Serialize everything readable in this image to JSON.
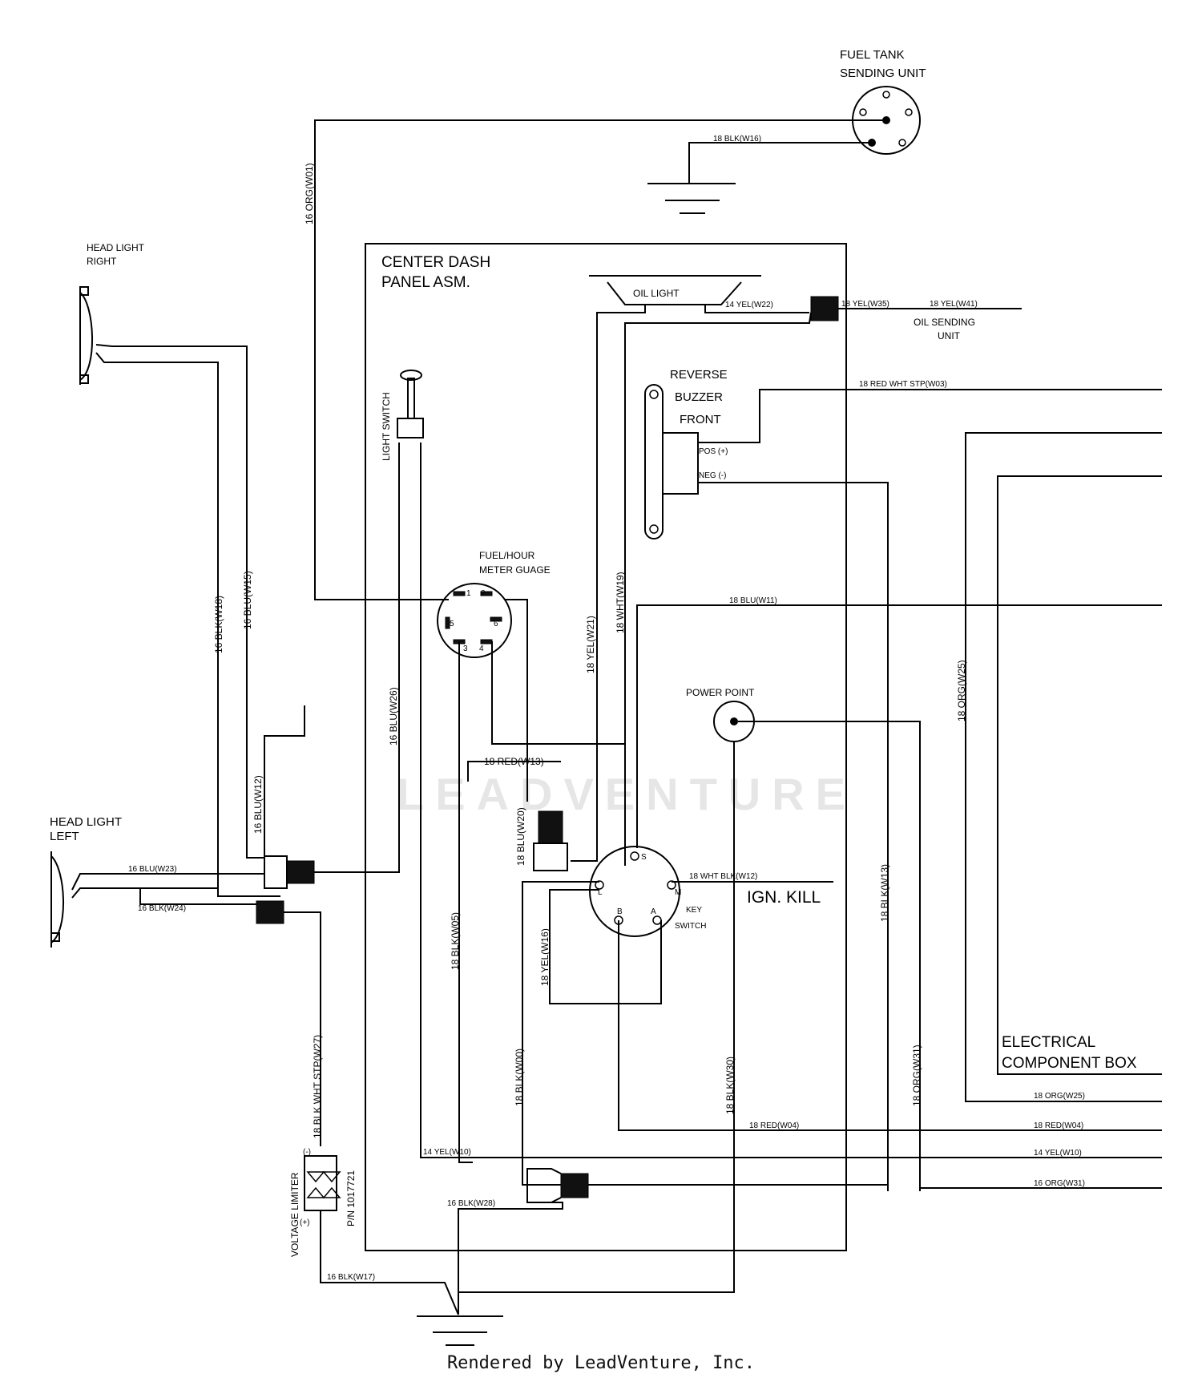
{
  "components": {
    "fuel_tank_title": [
      "FUEL TANK",
      "SENDING UNIT"
    ],
    "head_light_right": [
      "HEAD LIGHT",
      "RIGHT"
    ],
    "head_light_left": [
      "HEAD LIGHT",
      "LEFT"
    ],
    "center_dash": [
      "CENTER DASH",
      "PANEL ASM."
    ],
    "oil_light": "OIL LIGHT",
    "oil_sending": [
      "OIL SENDING",
      "UNIT"
    ],
    "reverse_buzzer": [
      "REVERSE",
      "BUZZER",
      "FRONT"
    ],
    "buzzer_pos": "POS (+)",
    "buzzer_neg": "NEG (-)",
    "light_switch": "LIGHT SWITCH",
    "fuel_hour": [
      "FUEL/HOUR",
      "METER GUAGE"
    ],
    "gauge_pins": [
      "1",
      "2",
      "3",
      "4",
      "5",
      "6"
    ],
    "power_point": "POWER POINT",
    "key_switch_label": [
      "KEY",
      "SWITCH"
    ],
    "key_pins": [
      "S",
      "L",
      "M",
      "B",
      "A"
    ],
    "ign_kill": "IGN. KILL",
    "electrical_box": [
      "ELECTRICAL",
      "COMPONENT BOX"
    ],
    "voltage_limiter": "VOLTAGE LIMITER",
    "part_number": "P/N 1017721",
    "limiter_pos": "(+)",
    "limiter_neg": "(-)"
  },
  "wires": {
    "w16": "18  BLK(W16)",
    "w01": "16  ORG(W01)",
    "w22": "14  YEL(W22)",
    "w35": "18  YEL(W35)",
    "w41": "18  YEL(W41)",
    "w03": "18  RED  WHT  STP(W03)",
    "w18": "16  BLK(W18)",
    "w15": "16  BLU(W15)",
    "w26": "16  BLU(W26)",
    "w19": "18  WHT(W19)",
    "w21": "18  YEL(W21)",
    "w11": "18  BLU(W11)",
    "w25": "18  ORG(W25)",
    "w12": "16  BLU(W12)",
    "w23": "16  BLU(W23)",
    "w24": "16  BLK(W24)",
    "w13": "18  RED(W13)",
    "w20": "18  BLU(W20)",
    "w12k": "18  WHT  BLK(W12)",
    "w13k": "18  BLK(W13)",
    "w05": "18  BLK(W05)",
    "w16y": "18  YEL(W16)",
    "w27": "18  BLK  WHT  STP(W27)",
    "w00": "18  BLK(W00)",
    "w30": "18  BLK(W30)",
    "w31": "18  ORG(W31)",
    "w25b": "18  ORG(W25)",
    "w04": "18  RED(W04)",
    "w04b": "18  RED(W04)",
    "w10": "14  YEL(W10)",
    "w10b": "14  YEL(W10)",
    "w31b": "16  ORG(W31)",
    "w28": "16  BLK(W28)",
    "w17": "16  BLK(W17)"
  },
  "watermark": "LEADVENTURE",
  "footer": "Rendered by LeadVenture, Inc."
}
